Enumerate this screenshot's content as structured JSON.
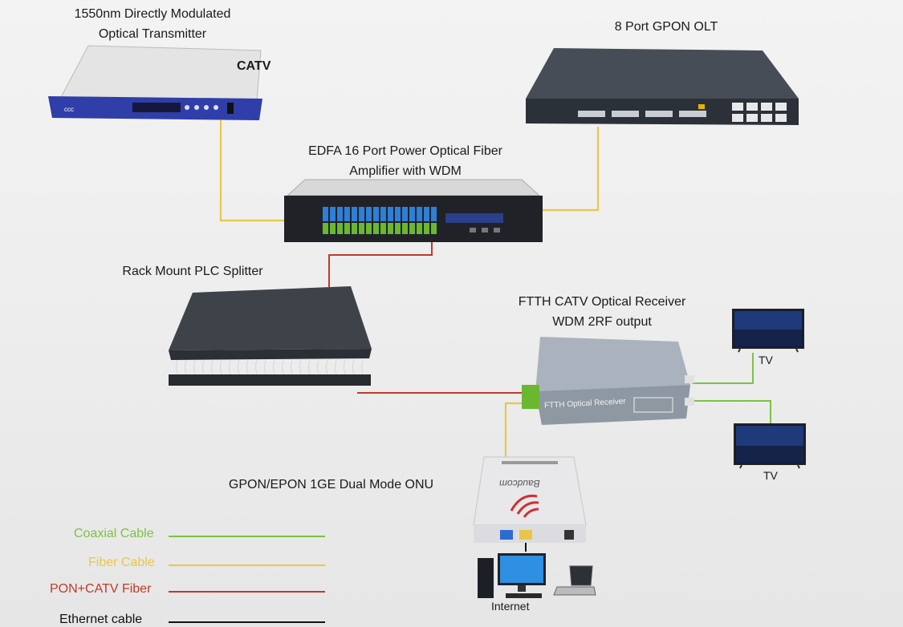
{
  "labels": {
    "transmitter_title_1": "1550nm Directly Modulated",
    "transmitter_title_2": "Optical Transmitter",
    "catv": "CATV",
    "olt_title": "8 Port GPON OLT",
    "edfa_title_1": "EDFA 16 Port  Power Optical Fiber",
    "edfa_title_2": "Amplifier with WDM",
    "splitter_title": "Rack Mount PLC Splitter",
    "receiver_title_1": "FTTH CATV Optical Receiver",
    "receiver_title_2": "WDM 2RF output",
    "receiver_panel_text": "FTTH Optical Receiver",
    "tv_1": "TV",
    "tv_2": "TV",
    "onu_title": "GPON/EPON 1GE Dual Mode ONU",
    "onu_brand": "Baudcom",
    "internet": "Internet"
  },
  "legend": [
    {
      "label": "Coaxial Cable",
      "color": "#7cc242"
    },
    {
      "label": "Fiber Cable",
      "color": "#e8c64a"
    },
    {
      "label": "PON+CATV Fiber",
      "color": "#c0392b"
    },
    {
      "label": "Ethernet cable",
      "color": "#111111"
    }
  ],
  "colors": {
    "coax": "#7cc242",
    "fiber": "#e8c64a",
    "pon_catv": "#c0392b",
    "ethernet": "#111111"
  }
}
